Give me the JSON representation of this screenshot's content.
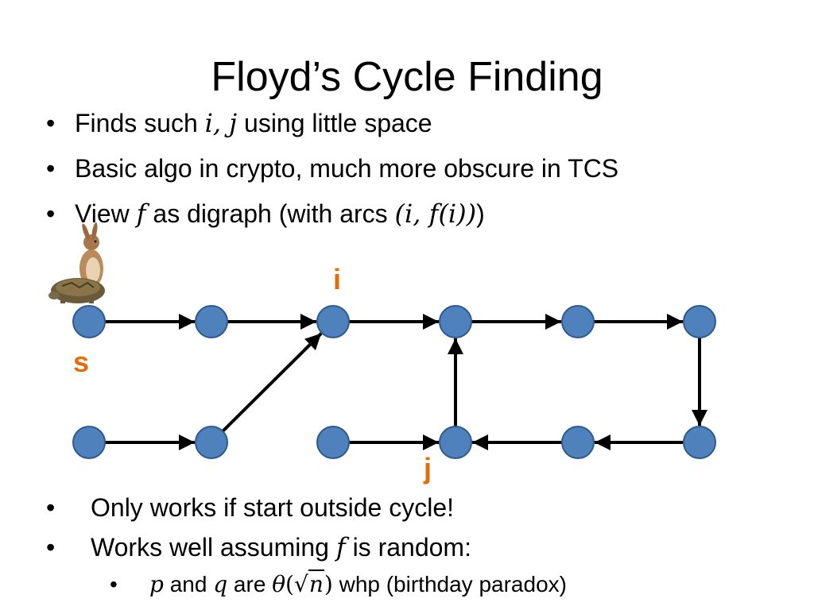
{
  "slide": {
    "title": "Floyd’s Cycle Finding"
  },
  "bullets_top": [
    {
      "pre": "Finds such ",
      "math": "i, j",
      "post": " using little space"
    },
    {
      "text": "Basic algo in crypto, much more obscure in TCS"
    },
    {
      "pre": "View ",
      "math1": "f",
      "mid": " as digraph (with arcs ",
      "math2": "(i, f(i))",
      "post": ")"
    }
  ],
  "bullets_bottom": [
    {
      "text": "Only works if start outside cycle!"
    },
    {
      "pre": "Works well assuming ",
      "math": "f",
      "post": " is random:"
    }
  ],
  "sub_bullet": {
    "math_p": "p",
    "and_text": " and ",
    "math_q": "q",
    "are_text": " are ",
    "theta": "θ",
    "paren_open": "(",
    "sqrt_sym": "√",
    "n": "n",
    "paren_close": ")",
    "post": " whp (birthday paradox)"
  },
  "bullet_symbol": "•",
  "diagram": {
    "labels": {
      "s": "s",
      "i": "i",
      "j": "j"
    },
    "node_color": "#4f81bd",
    "node_stroke": "#2e5a8e",
    "label_color": "#e46c0a",
    "nodes": [
      {
        "id": "n1",
        "role": "s"
      },
      {
        "id": "n2"
      },
      {
        "id": "n3",
        "role": "i"
      },
      {
        "id": "n4"
      },
      {
        "id": "n5"
      },
      {
        "id": "n6"
      },
      {
        "id": "m1"
      },
      {
        "id": "m2"
      },
      {
        "id": "m3"
      },
      {
        "id": "m4",
        "role": "j"
      },
      {
        "id": "m5"
      },
      {
        "id": "m6"
      }
    ],
    "arcs": [
      [
        "n1",
        "n2"
      ],
      [
        "n2",
        "n3"
      ],
      [
        "n3",
        "n4"
      ],
      [
        "n4",
        "n5"
      ],
      [
        "n5",
        "n6"
      ],
      [
        "n6",
        "m6"
      ],
      [
        "m6",
        "m5"
      ],
      [
        "m5",
        "m4"
      ],
      [
        "m4",
        "n4"
      ],
      [
        "m1",
        "m2"
      ],
      [
        "m2",
        "n3"
      ],
      [
        "m3",
        "m4"
      ]
    ]
  },
  "images": {
    "rabbit": "rabbit-icon",
    "tortoise": "tortoise-icon"
  }
}
